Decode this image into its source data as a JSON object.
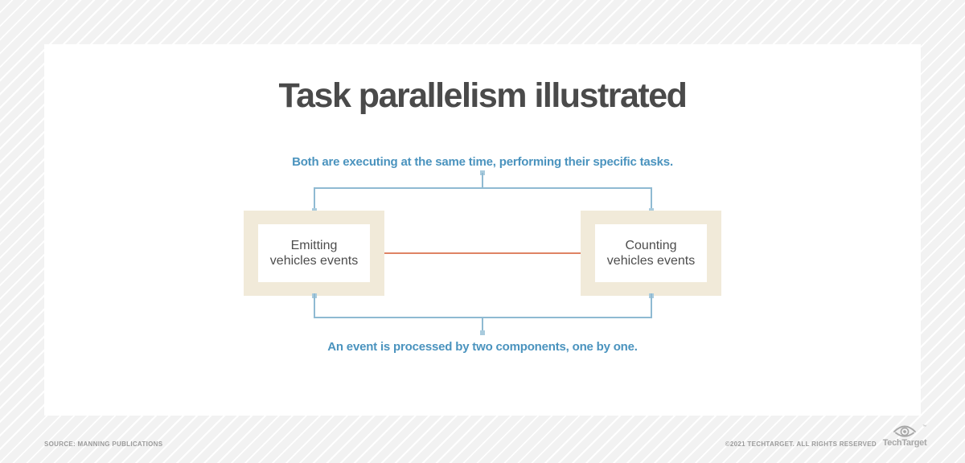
{
  "title": "Task parallelism illustrated",
  "captions": {
    "top": "Both are executing at the same time, performing their specific tasks.",
    "bottom": "An event is processed by two components, one by one."
  },
  "boxes": {
    "left": {
      "label": "Emitting\nvehicles events"
    },
    "right": {
      "label": "Counting\nvehicles events"
    }
  },
  "footer": {
    "source": "SOURCE: MANNING PUBLICATIONS",
    "copyright": "©2021 TECHTARGET. ALL RIGHTS RESERVED",
    "logo_text": "TechTarget",
    "logo_tm": "™"
  },
  "colors": {
    "background_stripe": "#f2f2f2",
    "panel": "#ffffff",
    "title_text": "#4a4a4a",
    "caption_blue": "#4a93be",
    "connector_blue": "#8fbad2",
    "connector_endpoint_blue": "#a9cbdd",
    "box_beige": "#f1ead9",
    "box_text": "#4d4d4d",
    "red_line": "#df8364",
    "footer_gray": "#9b9b9b",
    "logo_gray": "#a7a7a7"
  }
}
